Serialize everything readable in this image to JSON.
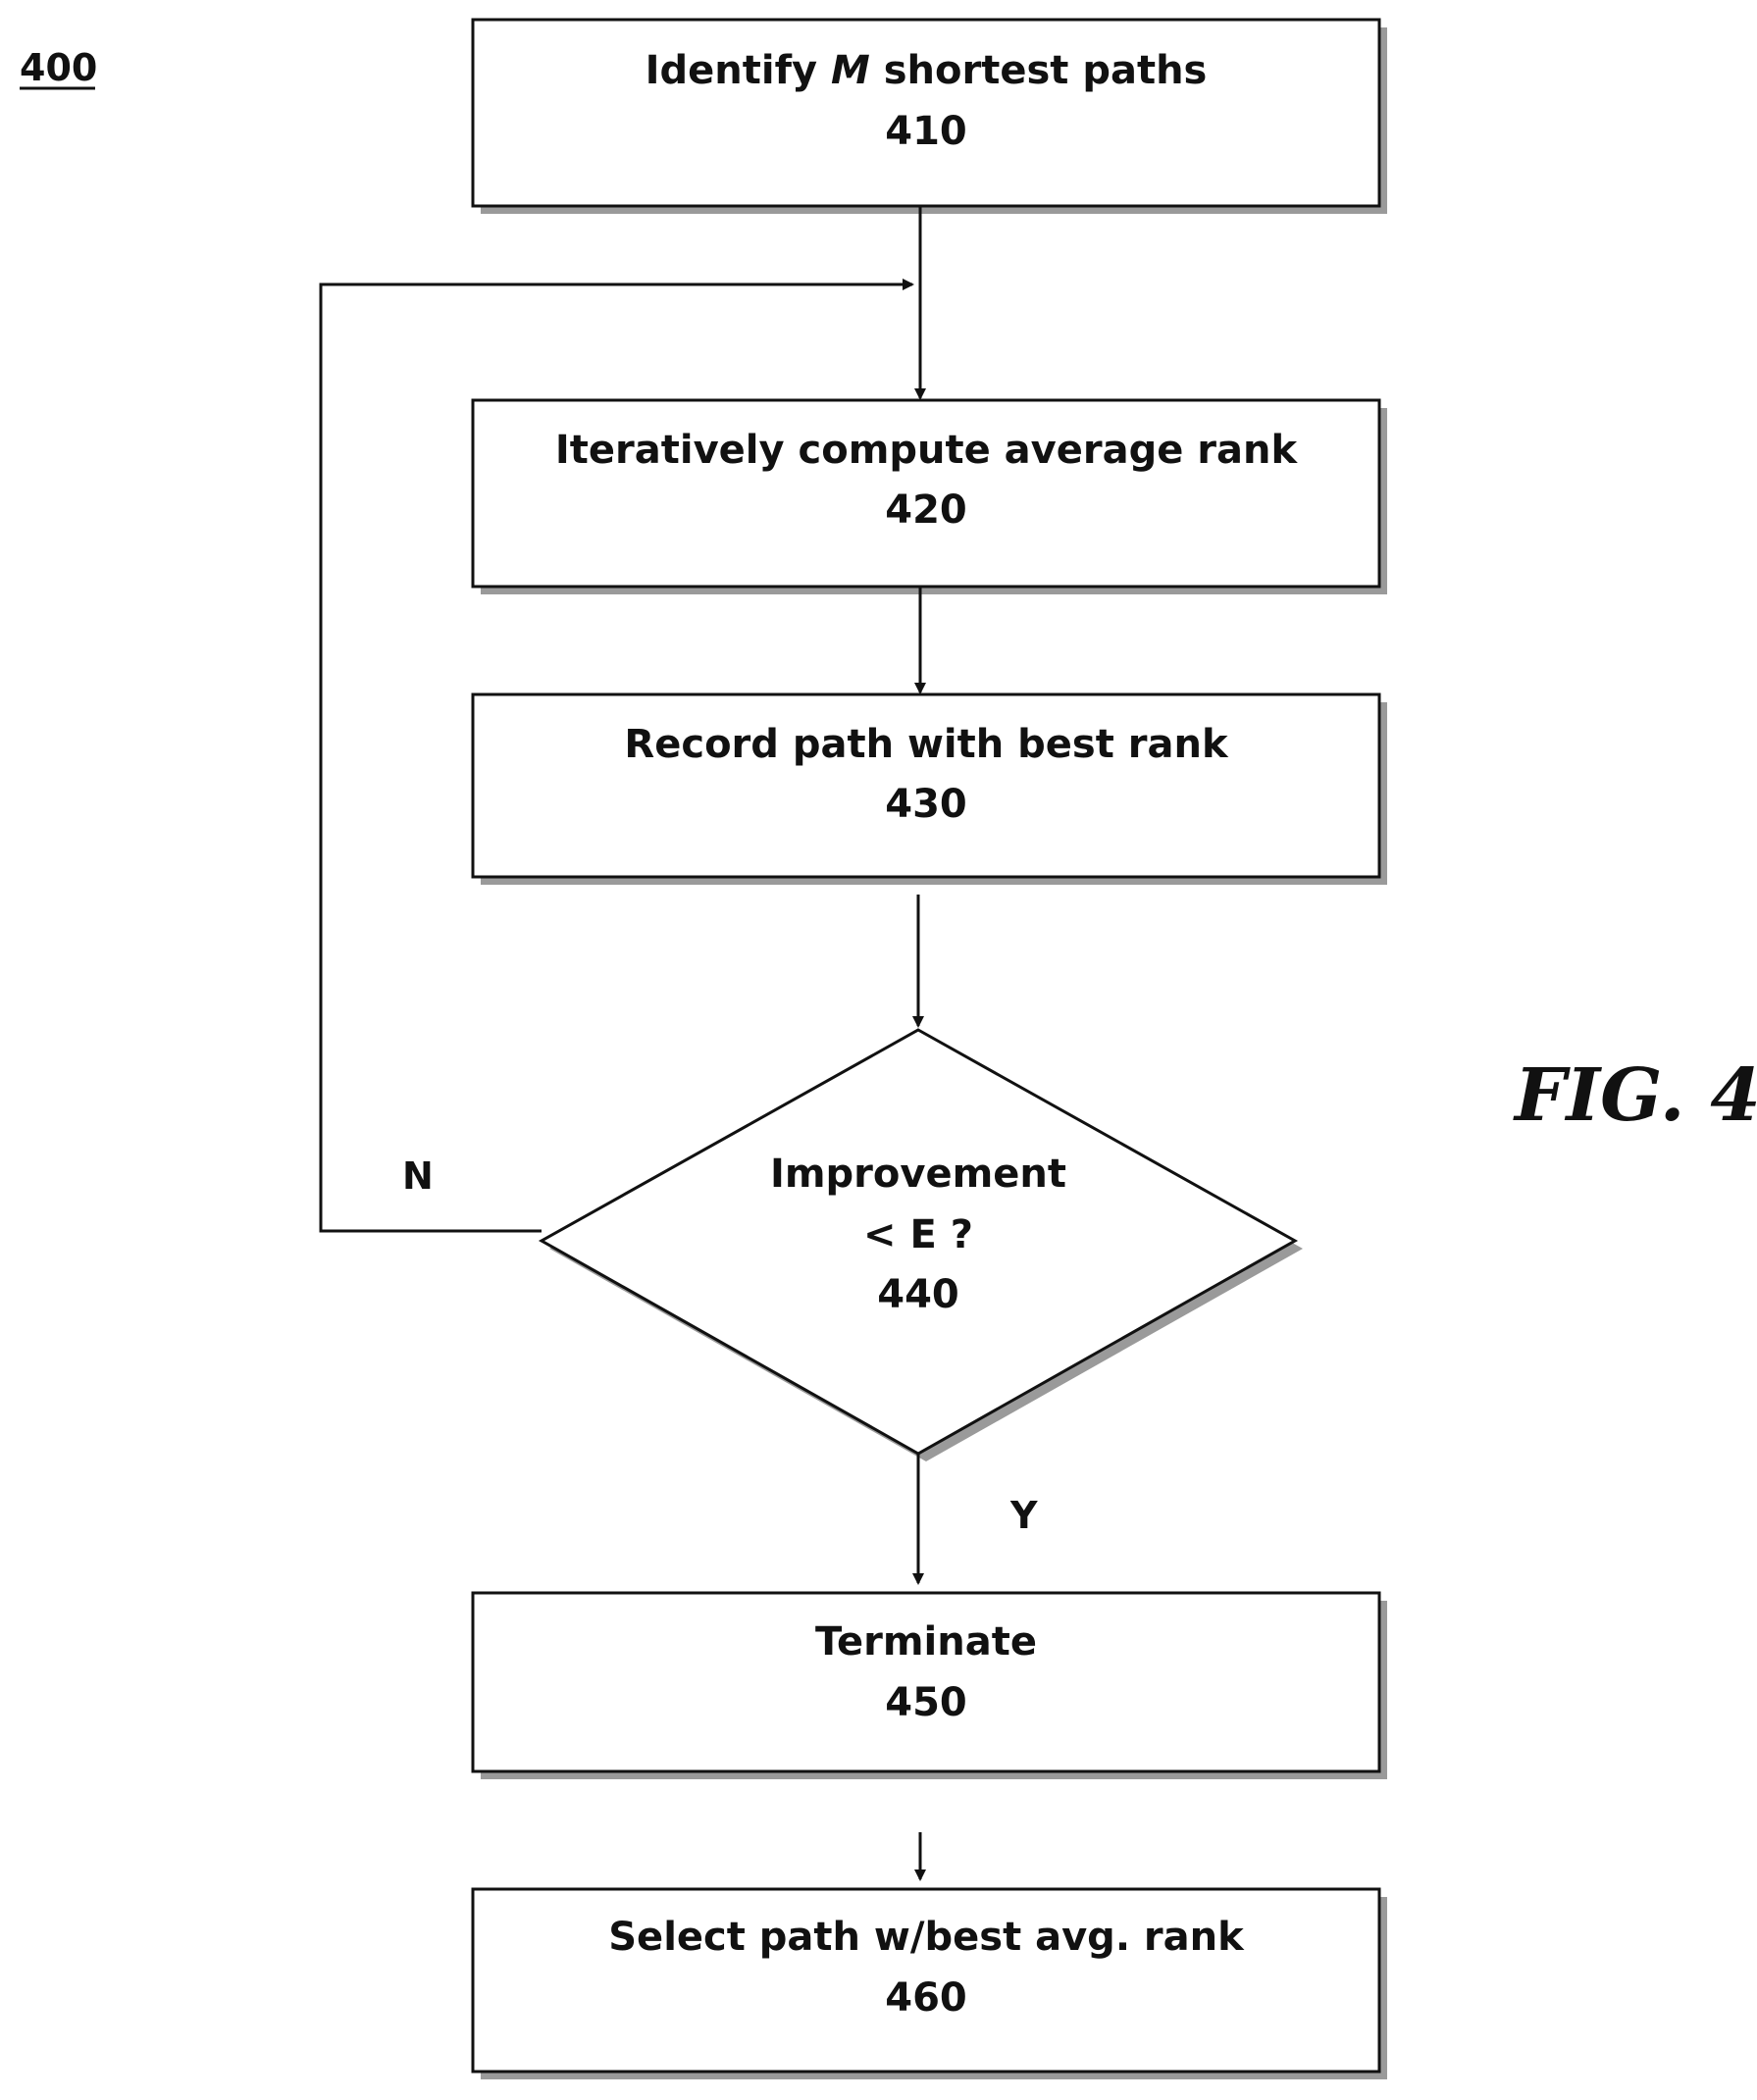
{
  "figure": {
    "ref": "400",
    "label": "FIG. 4"
  },
  "steps": [
    {
      "id": "410",
      "text_before": "Identify ",
      "text_italic": "M",
      "text_after": " shortest paths",
      "ref": "410"
    },
    {
      "id": "420",
      "text": "Iteratively compute average rank",
      "ref": "420"
    },
    {
      "id": "430",
      "text": "Record path with best rank",
      "ref": "430"
    },
    {
      "id": "440",
      "line1": "Improvement",
      "line2": "< E ?",
      "ref": "440"
    },
    {
      "id": "450",
      "text": "Terminate",
      "ref": "450"
    },
    {
      "id": "460",
      "text": "Select path w/best avg. rank",
      "ref": "460"
    }
  ],
  "branches": {
    "no": "N",
    "yes": "Y"
  },
  "colors": {
    "stroke": "#111111",
    "shadow": "#9a9a9a",
    "fill": "#ffffff"
  }
}
